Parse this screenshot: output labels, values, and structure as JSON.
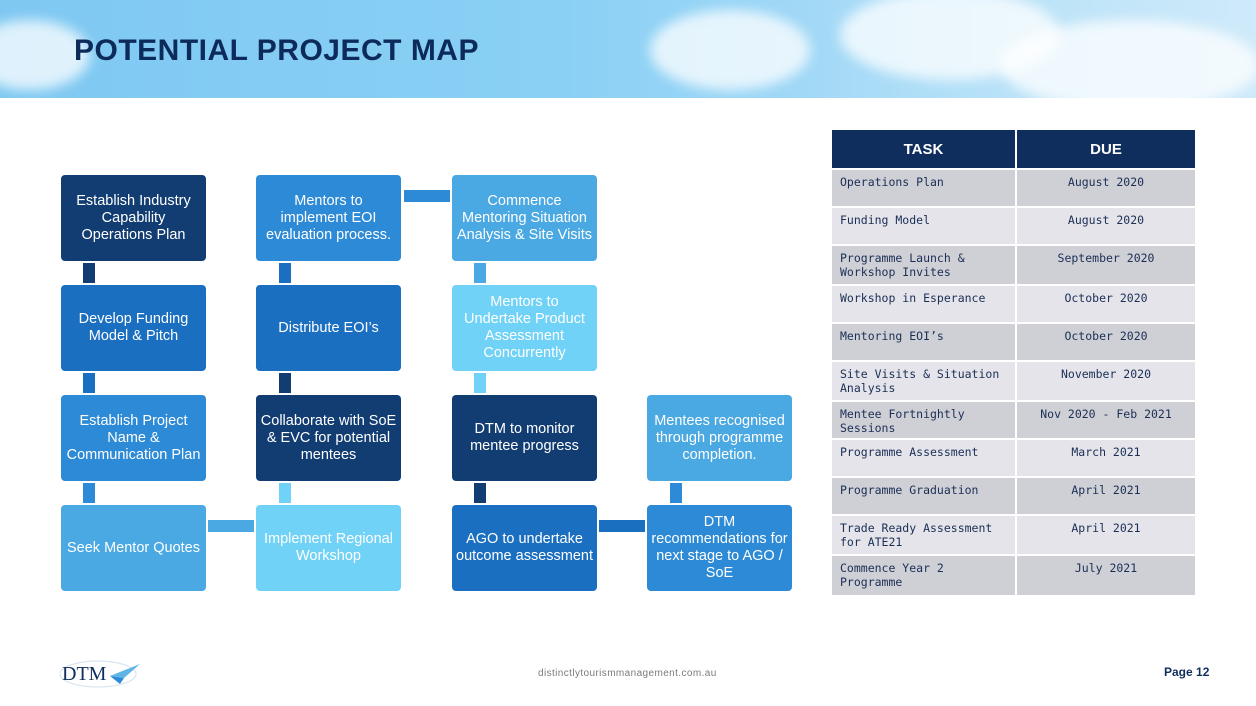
{
  "header": {
    "title": "POTENTIAL PROJECT MAP"
  },
  "flow": {
    "establish_industry": "Establish Industry Capability Operations Plan",
    "mentors_implement": "Mentors to implement EOI evaluation process.",
    "commence_mentoring": "Commence Mentoring Situation Analysis & Site Visits",
    "develop_funding": "Develop Funding Model & Pitch",
    "distribute_eoi": "Distribute EOI’s",
    "mentors_undertake": "Mentors to Undertake Product Assessment Concurrently",
    "establish_project": "Establish Project Name & Communication Plan",
    "collaborate": "Collaborate with SoE & EVC for potential mentees",
    "dtm_monitor": "DTM to monitor mentee progress",
    "mentees_recognised": "Mentees recognised through programme completion.",
    "seek_mentor": "Seek Mentor Quotes",
    "implement_regional": "Implement Regional Workshop",
    "ago_undertake": "AGO to undertake outcome assessment",
    "dtm_recommendations": "DTM recommendations for next stage to AGO / SoE"
  },
  "table": {
    "headers": {
      "task": "TASK",
      "due": "DUE"
    },
    "rows": [
      {
        "task": "Operations Plan",
        "due": "August 2020"
      },
      {
        "task": "Funding Model",
        "due": "August 2020"
      },
      {
        "task": "Programme Launch & Workshop Invites",
        "due": "September 2020"
      },
      {
        "task": "Workshop in Esperance",
        "due": "October 2020"
      },
      {
        "task": "Mentoring EOI’s",
        "due": "October 2020"
      },
      {
        "task": "Site Visits & Situation Analysis",
        "due": "November 2020"
      },
      {
        "task": "Mentee Fortnightly Sessions",
        "due": "Nov 2020 - Feb 2021"
      },
      {
        "task": "Programme Assessment",
        "due": "March 2021"
      },
      {
        "task": "Programme Graduation",
        "due": "April 2021"
      },
      {
        "task": "Trade Ready Assessment for ATE21",
        "due": "April 2021"
      },
      {
        "task": "Commence Year 2 Programme",
        "due": "July 2021"
      }
    ]
  },
  "footer": {
    "logo_text": "DTM",
    "url": "distinctlytourismmanagement.com.au",
    "page": "Page 12"
  }
}
